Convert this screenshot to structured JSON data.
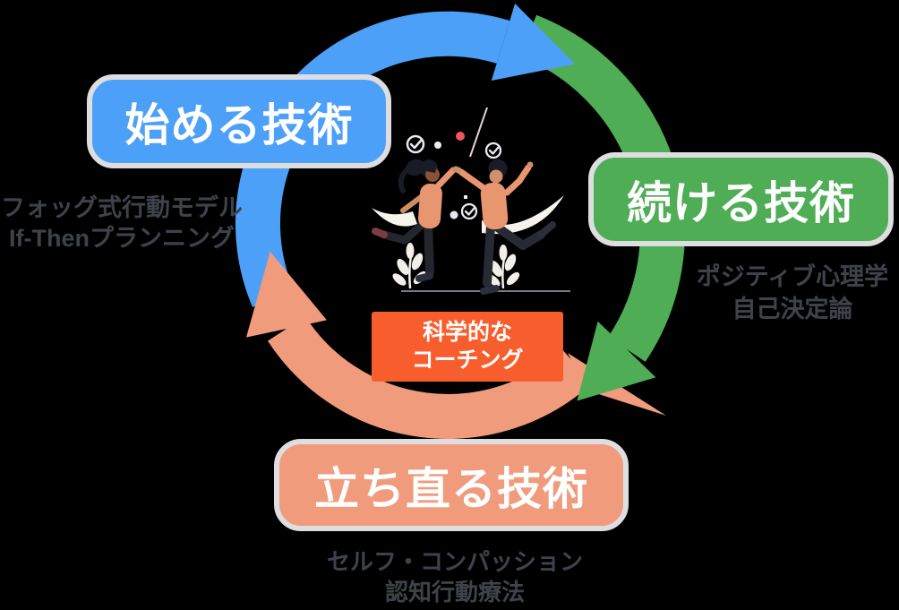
{
  "diagram": {
    "title": "coaching-cycle",
    "stages": [
      {
        "id": "start",
        "label": "始める技術",
        "accent": "#4DA0F8",
        "methods": [
          "フォッグ式行動モデル",
          "If-Thenプランニング"
        ]
      },
      {
        "id": "continue",
        "label": "続ける技術",
        "accent": "#4FAD55",
        "methods": [
          "ポジティブ心理学",
          "自己決定論"
        ]
      },
      {
        "id": "recover",
        "label": "立ち直る技術",
        "accent": "#F19B7D",
        "methods": [
          "セルフ・コンパッション",
          "認知行動療法"
        ]
      }
    ],
    "center": {
      "line1": "科学的な",
      "line2": "コーチング",
      "accent": "#F85E2D"
    },
    "text_color": "#3E434B",
    "box_border_color": "#DEDEE0",
    "background": "#000000",
    "illustration": {
      "name": "two-people-high-five-illustration",
      "icons": [
        "check-circle-icon",
        "confetti-dot-icon"
      ]
    }
  }
}
